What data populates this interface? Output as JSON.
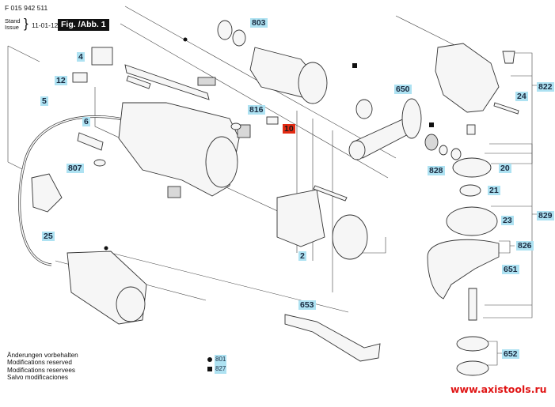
{
  "header": {
    "document_number": "F 015 942 511",
    "stand_label": "Stand",
    "issue_label": "Issue",
    "date": "11-01-12",
    "figure_label": "Fig. /Abb. 1"
  },
  "part_labels": [
    {
      "id": "4",
      "highlight": "cyan"
    },
    {
      "id": "12",
      "highlight": "cyan"
    },
    {
      "id": "5",
      "highlight": "cyan"
    },
    {
      "id": "6",
      "highlight": "cyan"
    },
    {
      "id": "807",
      "highlight": "cyan"
    },
    {
      "id": "25",
      "highlight": "cyan"
    },
    {
      "id": "803",
      "highlight": "cyan"
    },
    {
      "id": "816",
      "highlight": "cyan"
    },
    {
      "id": "10",
      "highlight": "red"
    },
    {
      "id": "2",
      "highlight": "cyan"
    },
    {
      "id": "650",
      "highlight": "cyan"
    },
    {
      "id": "653",
      "highlight": "cyan"
    },
    {
      "id": "822",
      "highlight": "cyan"
    },
    {
      "id": "24",
      "highlight": "cyan"
    },
    {
      "id": "828",
      "highlight": "cyan"
    },
    {
      "id": "20",
      "highlight": "cyan"
    },
    {
      "id": "21",
      "highlight": "cyan"
    },
    {
      "id": "23",
      "highlight": "cyan"
    },
    {
      "id": "829",
      "highlight": "cyan"
    },
    {
      "id": "826",
      "highlight": "cyan"
    },
    {
      "id": "651",
      "highlight": "cyan"
    },
    {
      "id": "652",
      "highlight": "cyan"
    }
  ],
  "notes": [
    "Änderungen vorbehalten",
    "Modifications reserved",
    "Modifications reservees",
    "Salvo modificaciones"
  ],
  "legend": [
    {
      "symbol": "circle",
      "label": "801"
    },
    {
      "symbol": "square",
      "label": "827"
    }
  ],
  "watermark": "www.axistools.ru",
  "colors": {
    "label_highlight": "#aee2f2",
    "label_highlight_red": "#e32a12",
    "watermark": "#e01515"
  }
}
